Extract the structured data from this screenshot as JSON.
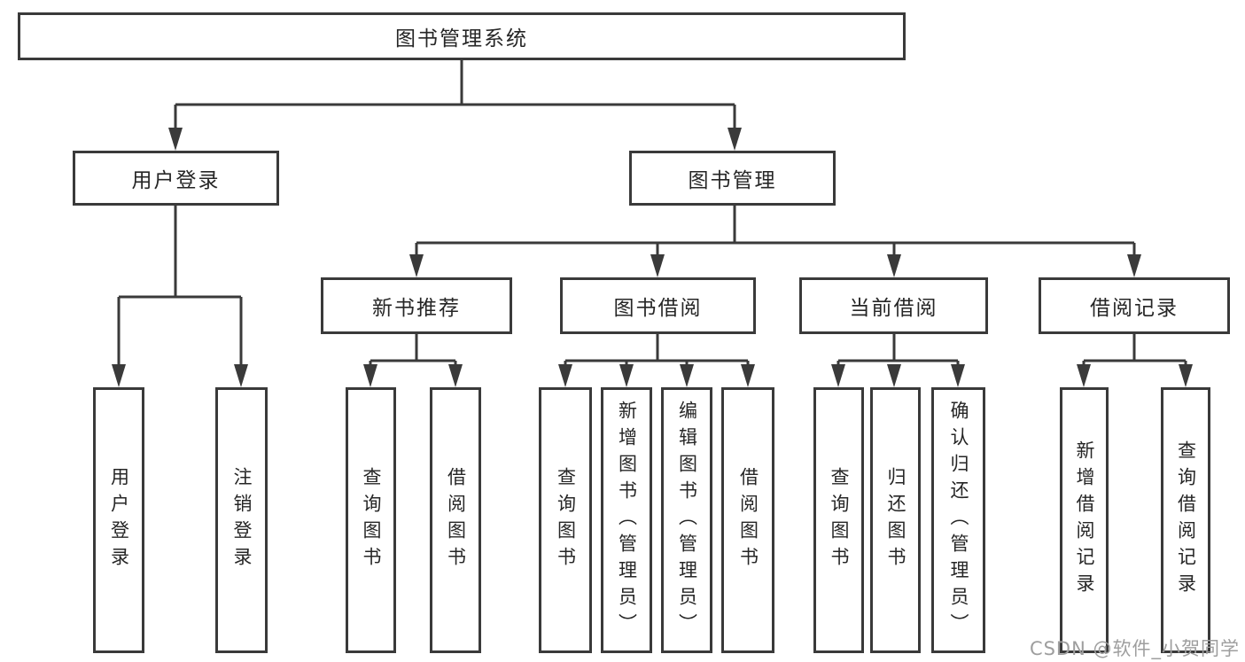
{
  "diagram": {
    "root": {
      "label": "图书管理系统"
    },
    "branches": [
      {
        "label": "用户登录",
        "children": [
          {
            "label": "用户登录"
          },
          {
            "label": "注销登录"
          }
        ]
      },
      {
        "label": "图书管理",
        "children": [
          {
            "label": "新书推荐",
            "children": [
              {
                "label": "查询图书"
              },
              {
                "label": "借阅图书"
              }
            ]
          },
          {
            "label": "图书借阅",
            "children": [
              {
                "label": "查询图书"
              },
              {
                "label": "新增图书（管理员）"
              },
              {
                "label": "编辑图书（管理员）"
              },
              {
                "label": "借阅图书"
              }
            ]
          },
          {
            "label": "当前借阅",
            "children": [
              {
                "label": "查询图书"
              },
              {
                "label": "归还图书"
              },
              {
                "label": "确认归还（管理员）"
              }
            ]
          },
          {
            "label": "借阅记录",
            "children": [
              {
                "label": "新增借阅记录"
              },
              {
                "label": "查询借阅记录"
              }
            ]
          }
        ]
      }
    ],
    "watermark": "CSDN @软件_小贺同学",
    "colors": {
      "line": "#3a3a3a",
      "text": "#262626",
      "watermark": "#9e9e9e",
      "background": "#ffffff"
    }
  }
}
